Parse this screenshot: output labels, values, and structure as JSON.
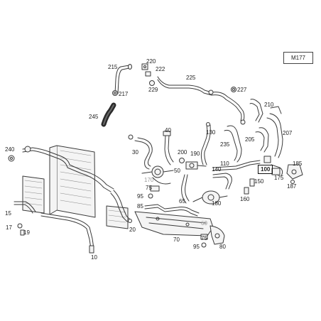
{
  "model": "M177",
  "callouts": {
    "c215": "215",
    "c220": "220",
    "c222": "222",
    "c229": "229",
    "c225": "225",
    "c227": "227",
    "c217": "217",
    "c245": "245",
    "c210": "210",
    "c207": "207",
    "c205": "205",
    "c235": "235",
    "c130": "130",
    "c40": "40",
    "c30": "30",
    "c200": "200",
    "c190": "190",
    "c110": "110",
    "c140": "140",
    "c100": "100",
    "c50": "50",
    "c170": "170",
    "c75a": "75",
    "c95a": "95",
    "c85": "85",
    "c65": "65",
    "c180": "180",
    "c160": "160",
    "c150": "150",
    "c175": "175",
    "c185": "185",
    "c187": "187",
    "c240": "240",
    "c15": "15",
    "c17": "17",
    "c19": "19",
    "c20": "20",
    "c10": "10",
    "c60": "60",
    "c70": "70",
    "c75b": "75",
    "c95b": "95",
    "c80": "80"
  },
  "colors": {
    "line": "#3a3a3a",
    "hose_dark": "#2b2b2b",
    "part_fill": "#f4f4f4",
    "label": "#222222",
    "label_grey": "#9a9a9a"
  }
}
